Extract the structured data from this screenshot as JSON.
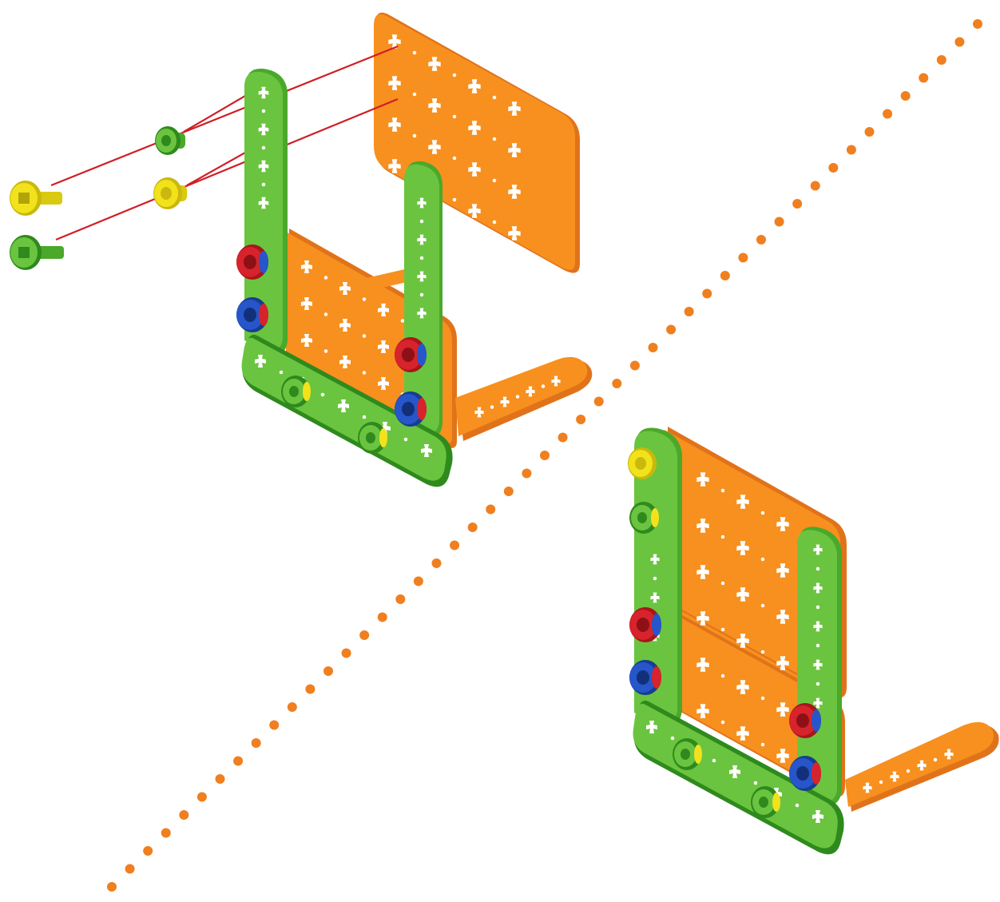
{
  "colors": {
    "background": "#ffffff",
    "orange": "#f7901e",
    "orange_dark": "#e0731a",
    "orange_shadow": "#c85f12",
    "green": "#6bc43f",
    "green_dark": "#4aa82a",
    "green_shadow": "#2f8a1d",
    "red": "#d7232b",
    "blue": "#2656c9",
    "yellow": "#f2e21b",
    "guide_line": "#d01e26",
    "dotted_divider": "#f07f1f"
  },
  "panels": [
    {
      "step": "exploded",
      "parts": [
        "orange-plate-top",
        "orange-plate-middle",
        "orange-l-bracket",
        "green-strip-left",
        "green-strip-right",
        "green-base-plate"
      ]
    },
    {
      "step": "assembled",
      "parts": [
        "orange-plate-top",
        "orange-plate-middle",
        "orange-l-bracket",
        "green-strip-left",
        "green-strip-right",
        "green-base-plate"
      ]
    }
  ],
  "loose_fasteners": [
    {
      "name": "green-nut",
      "color": "green"
    },
    {
      "name": "yellow-screw",
      "color": "yellow"
    },
    {
      "name": "yellow-nut",
      "color": "yellow"
    },
    {
      "name": "green-screw",
      "color": "green"
    }
  ],
  "icons": [
    "screw-icon",
    "nut-icon",
    "bolt-icon"
  ]
}
